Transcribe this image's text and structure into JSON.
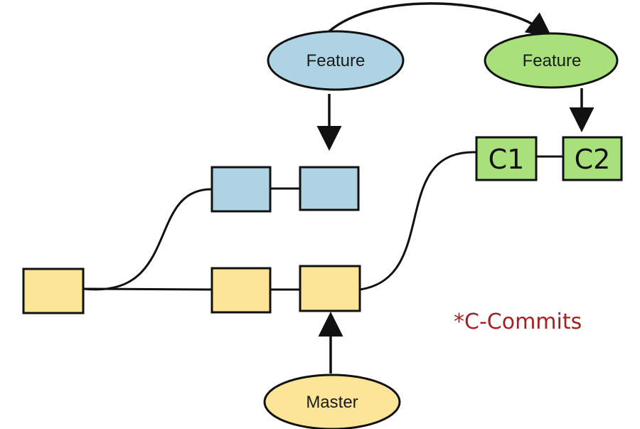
{
  "colors": {
    "stroke": "#111111",
    "master": "#fde597",
    "old_feature": "#aed4e3",
    "new_feature": "#a8e07b",
    "legend_text": "#a32121"
  },
  "pointers": {
    "feature_old": "Feature",
    "feature_new": "Feature",
    "master": "Master"
  },
  "commits": {
    "c1": "C1",
    "c2": "C2"
  },
  "legend": "*C-Commits"
}
